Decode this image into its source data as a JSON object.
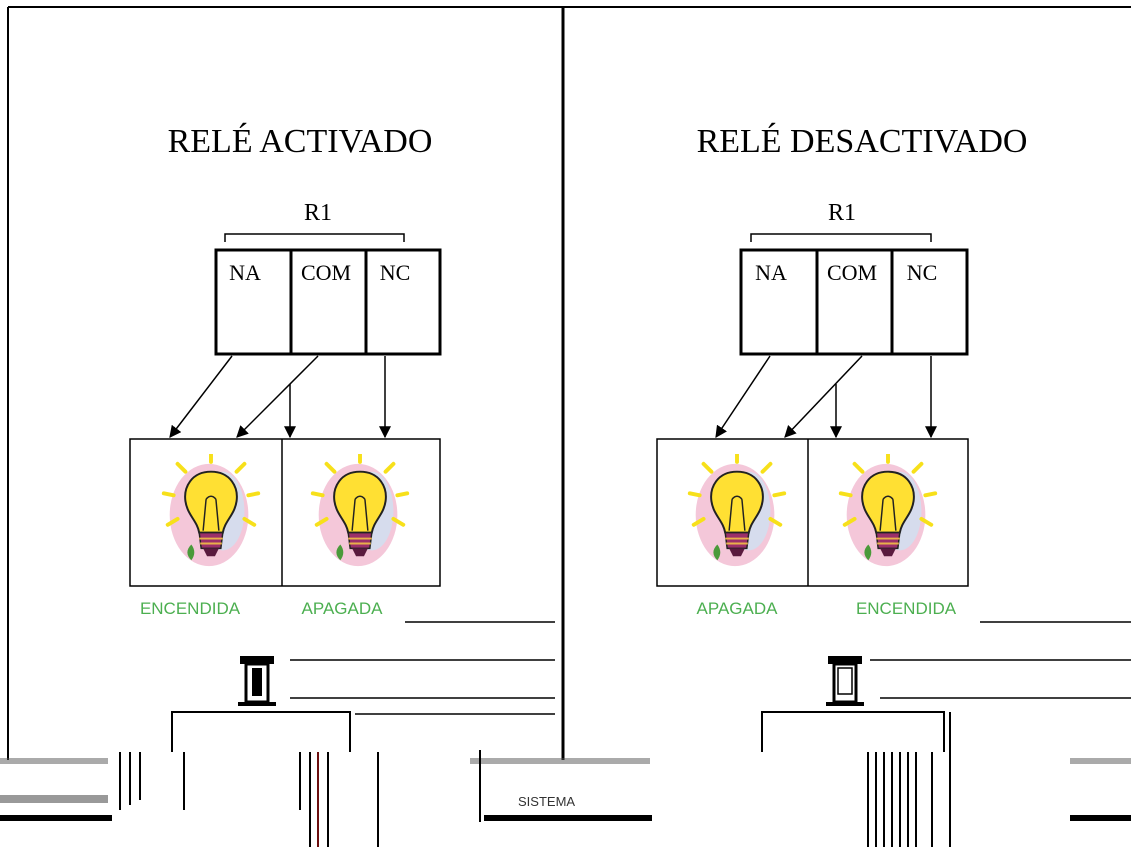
{
  "panels": [
    {
      "title": "RELÉ ACTIVADO",
      "relay_label": "R1",
      "terminals": [
        "NA",
        "COM",
        "NC"
      ],
      "lamps": [
        {
          "label": "ENCENDIDA",
          "state": "on"
        },
        {
          "label": "APAGADA",
          "state": "off"
        }
      ]
    },
    {
      "title": "RELÉ DESACTIVADO",
      "relay_label": "R1",
      "terminals": [
        "NA",
        "COM",
        "NC"
      ],
      "lamps": [
        {
          "label": "APAGADA",
          "state": "off"
        },
        {
          "label": "ENCENDIDA",
          "state": "on"
        }
      ]
    }
  ],
  "footer_fragment": "SISTEMA",
  "colors": {
    "status_text": "#4caf50",
    "bulb_glass": "#ffe033",
    "bulb_halo": "#f4c7d9",
    "bulb_rays": "#f7e01a",
    "bulb_base": "#9b2f6a",
    "bulb_leaf": "#4a9a3a"
  },
  "icons": [
    "light-bulb-icon",
    "lantern-icon"
  ]
}
